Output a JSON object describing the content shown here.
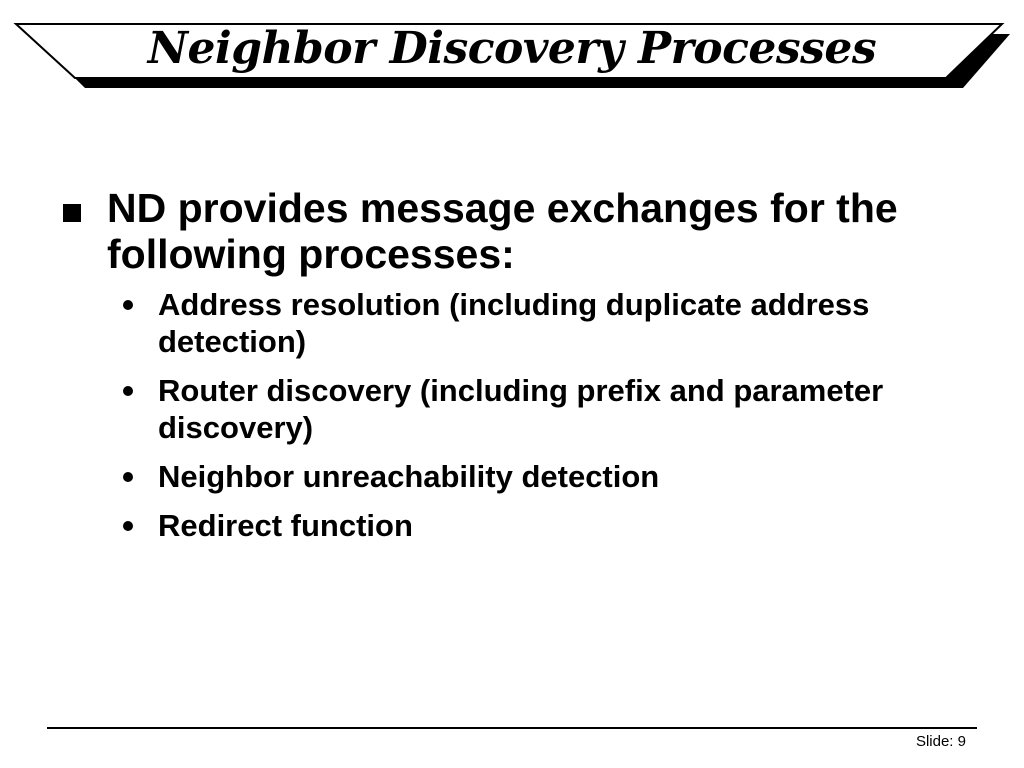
{
  "slide": {
    "title": "Neighbor Discovery Processes",
    "main_point": "ND provides message exchanges for the following processes:",
    "sub_points": [
      "Address resolution (including duplicate address detection)",
      "Router discovery (including prefix and parameter discovery)",
      "Neighbor unreachability detection",
      "Redirect function"
    ],
    "footer": "Slide: 9"
  },
  "colors": {
    "text": "#000000",
    "background": "#ffffff",
    "banner_shadow": "#000000"
  }
}
